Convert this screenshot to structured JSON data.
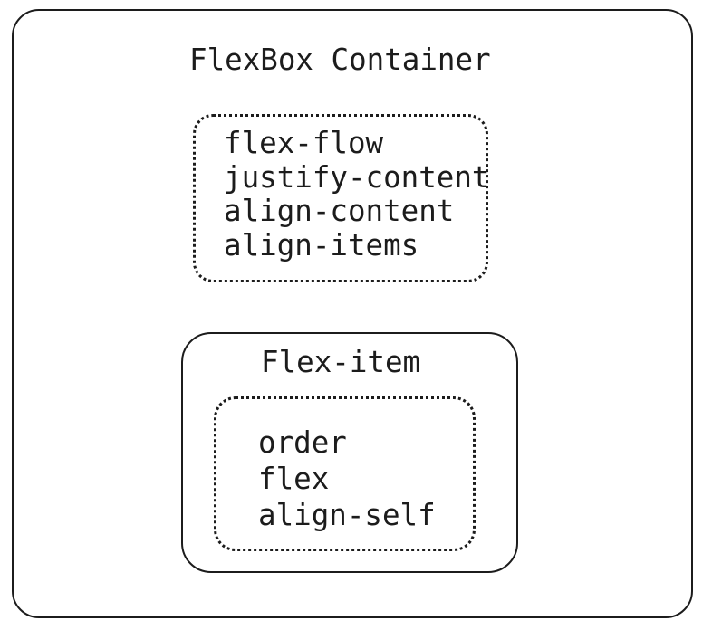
{
  "colors": {
    "ink": "#1c1c1c",
    "background": "#ffffff"
  },
  "flexbox_container": {
    "title": "FlexBox Container",
    "properties": [
      "flex-flow",
      "justify-content",
      "align-content",
      "align-items"
    ]
  },
  "flex_item": {
    "title": "Flex-item",
    "properties": [
      "order",
      "flex",
      "align-self"
    ]
  }
}
